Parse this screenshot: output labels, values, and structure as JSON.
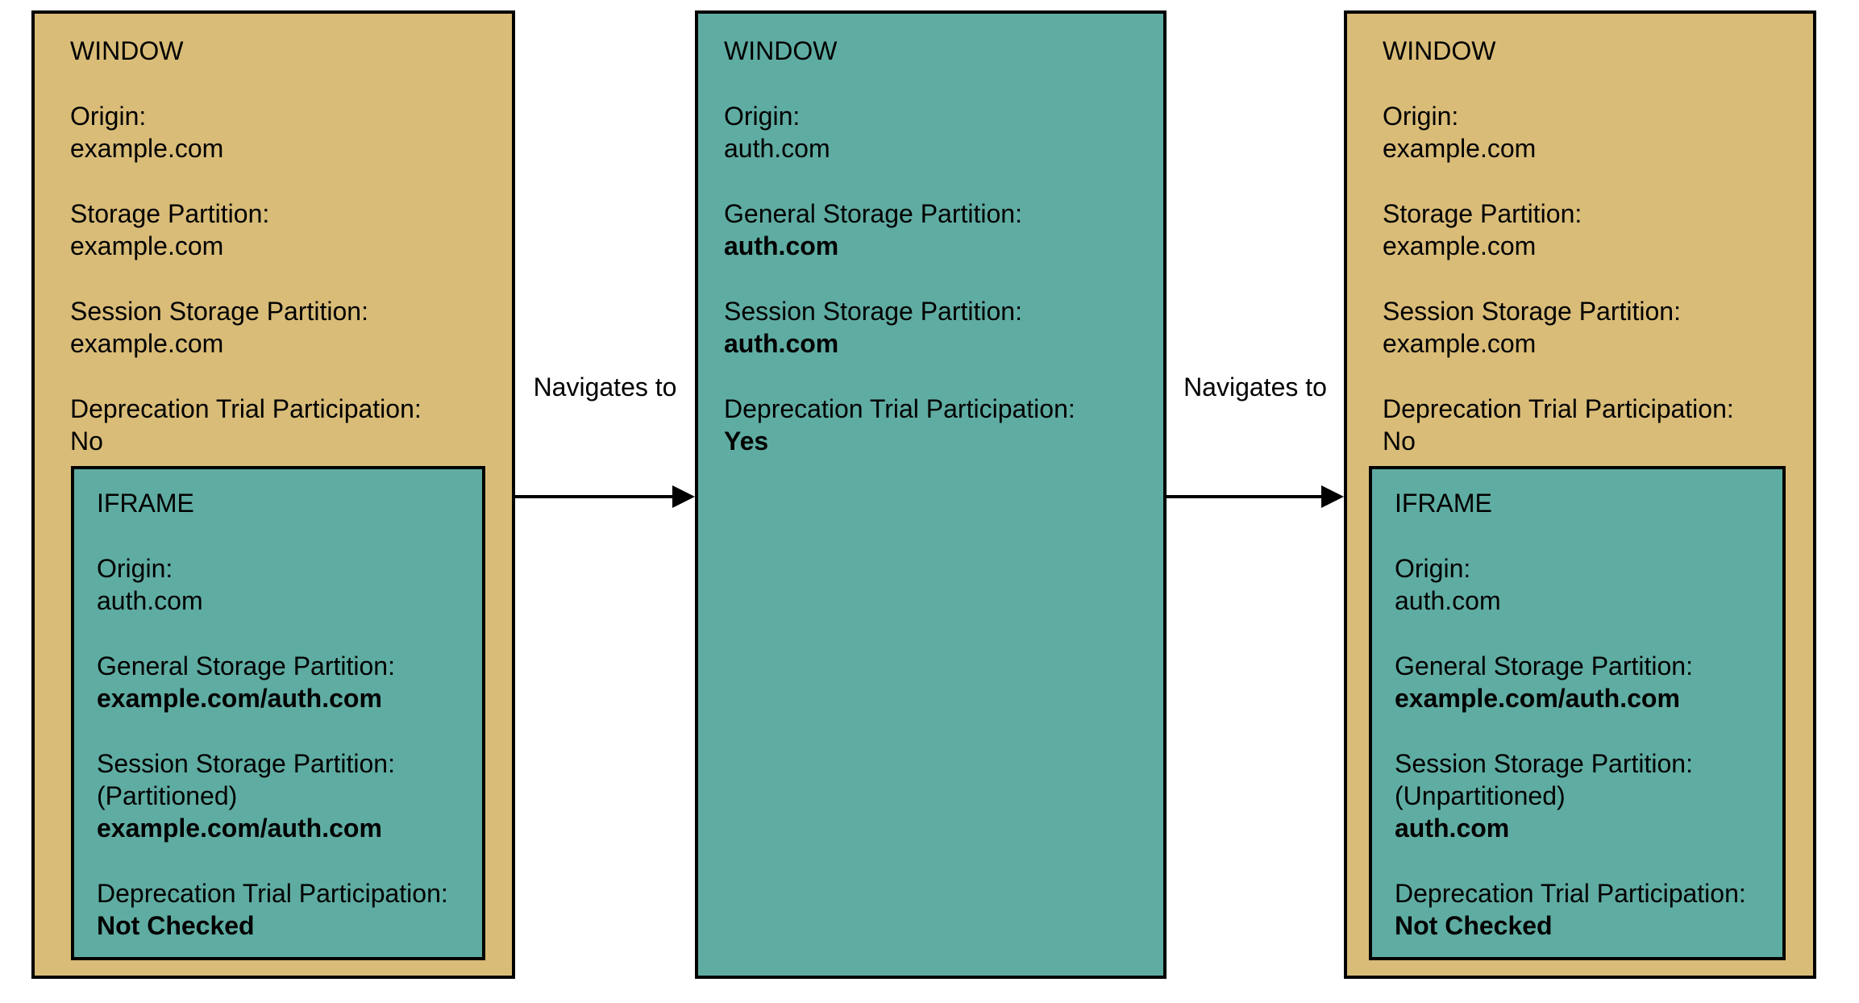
{
  "diagram": {
    "colors": {
      "window_fill": "#d9bc78",
      "iframe_fill": "#5faca2",
      "border": "#000000",
      "text": "#000000",
      "background": "#ffffff"
    },
    "boxes": [
      {
        "title": "WINDOW",
        "fields": [
          {
            "label": "Origin:",
            "value": "example.com",
            "bold": false
          },
          {
            "label": "Storage Partition:",
            "value": "example.com",
            "bold": false
          },
          {
            "label": "Session Storage Partition:",
            "value": "example.com",
            "bold": false
          },
          {
            "label": "Deprecation Trial Participation:",
            "value": "No",
            "bold": false
          }
        ],
        "iframe": {
          "title": "IFRAME",
          "fields": [
            {
              "label": "Origin:",
              "value": "auth.com",
              "bold": false
            },
            {
              "label": "General Storage Partition:",
              "value": "example.com/auth.com",
              "bold": true
            },
            {
              "label": "Session Storage Partition:",
              "note": "(Partitioned)",
              "value": "example.com/auth.com",
              "bold": true
            },
            {
              "label": "Deprecation Trial Participation:",
              "value": "Not Checked",
              "bold": true
            }
          ]
        }
      },
      {
        "title": "WINDOW",
        "fields": [
          {
            "label": "Origin:",
            "value": "auth.com",
            "bold": false
          },
          {
            "label": "General Storage Partition:",
            "value": "auth.com",
            "bold": true
          },
          {
            "label": "Session Storage Partition:",
            "value": "auth.com",
            "bold": true
          },
          {
            "label": "Deprecation Trial Participation:",
            "value": "Yes",
            "bold": true
          }
        ]
      },
      {
        "title": "WINDOW",
        "fields": [
          {
            "label": "Origin:",
            "value": "example.com",
            "bold": false
          },
          {
            "label": "Storage Partition:",
            "value": "example.com",
            "bold": false
          },
          {
            "label": "Session Storage Partition:",
            "value": "example.com",
            "bold": false
          },
          {
            "label": "Deprecation Trial Participation:",
            "value": "No",
            "bold": false
          }
        ],
        "iframe": {
          "title": "IFRAME",
          "fields": [
            {
              "label": "Origin:",
              "value": "auth.com",
              "bold": false
            },
            {
              "label": "General Storage Partition:",
              "value": "example.com/auth.com",
              "bold": true
            },
            {
              "label": "Session Storage Partition:",
              "note": "(Unpartitioned)",
              "value": "auth.com",
              "bold": true
            },
            {
              "label": "Deprecation Trial Participation:",
              "value": "Not Checked",
              "bold": true
            }
          ]
        }
      }
    ],
    "arrows": [
      {
        "label": "Navigates to"
      },
      {
        "label": "Navigates to"
      }
    ]
  }
}
